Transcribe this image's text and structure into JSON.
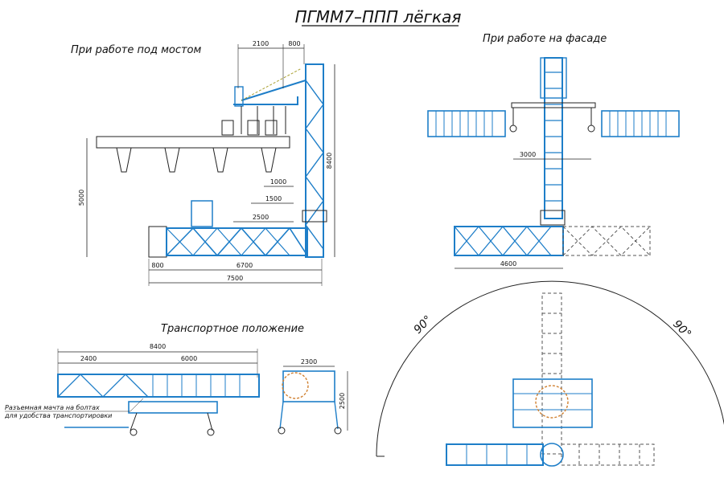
{
  "title": "ПГММ7–ППП лёгкая",
  "views": {
    "bridge": {
      "label": "При работе под мостом"
    },
    "facade": {
      "label": "При работе на фасаде"
    },
    "transport": {
      "label": "Транспортное положение"
    }
  },
  "dims": {
    "d2100": "2100",
    "d800_top": "800",
    "d8400_v": "8400",
    "d5000": "5000",
    "d1000": "1000",
    "d1500": "1500",
    "d2500": "2500",
    "d800_bot": "800",
    "d6700": "6700",
    "d7500": "7500",
    "d3000": "3000",
    "d4600": "4600",
    "t8400": "8400",
    "t2400": "2400",
    "t6000": "6000",
    "t2300": "2300",
    "t2500": "2500"
  },
  "note": {
    "line1": "Разъемная мачта на болтах",
    "line2": "для удобства транспортировки"
  },
  "angles": {
    "left": "90°",
    "right": "90°"
  },
  "colors": {
    "structure": "#1e7ec8",
    "line": "#222222",
    "dash": "#555555",
    "accent": "#d08030"
  }
}
